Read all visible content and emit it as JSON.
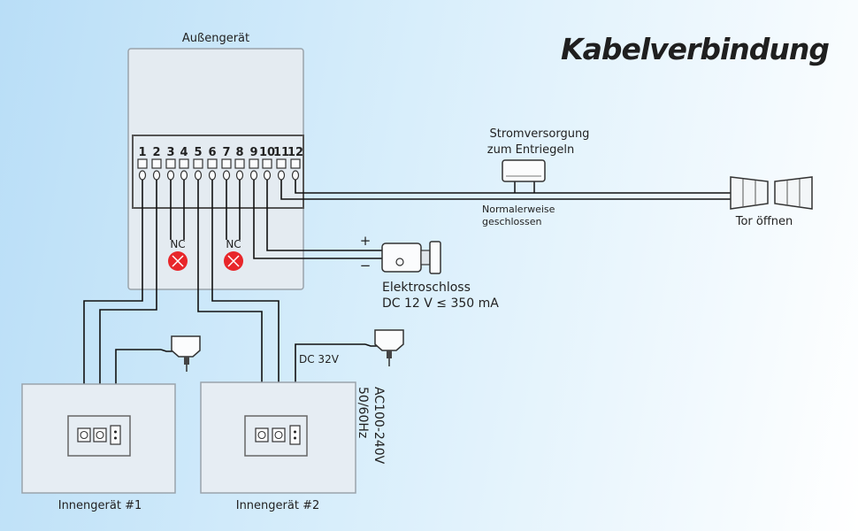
{
  "title": "Kabelverbindung",
  "outdoor_unit": {
    "label": "Außengerät",
    "terminals": [
      "1",
      "2",
      "3",
      "4",
      "5",
      "6",
      "7",
      "8",
      "9",
      "10",
      "11",
      "12"
    ]
  },
  "nc_label": "NC",
  "power_unlock": {
    "line1": "Stromversorgung",
    "line2": "zum Entriegeln"
  },
  "normally_closed": {
    "line1": "Normalerweise",
    "line2": "geschlossen"
  },
  "gate": {
    "label": "Tor öffnen"
  },
  "lock": {
    "plus": "+",
    "minus": "−",
    "line1": "Elektroschloss",
    "line2": "DC 12 V ≤ 350 mA"
  },
  "adapter": {
    "dc_label": "DC 32V",
    "ac_line1": "AC100-240V",
    "ac_line2": "50/60Hz"
  },
  "indoor_units": [
    {
      "label": "Innengerät #1"
    },
    {
      "label": "Innengerät #2"
    }
  ],
  "colors": {
    "line": "#111111",
    "nc_red": "#e8262a",
    "box": "#e3eaf0",
    "box_border": "#9aa3ab"
  }
}
